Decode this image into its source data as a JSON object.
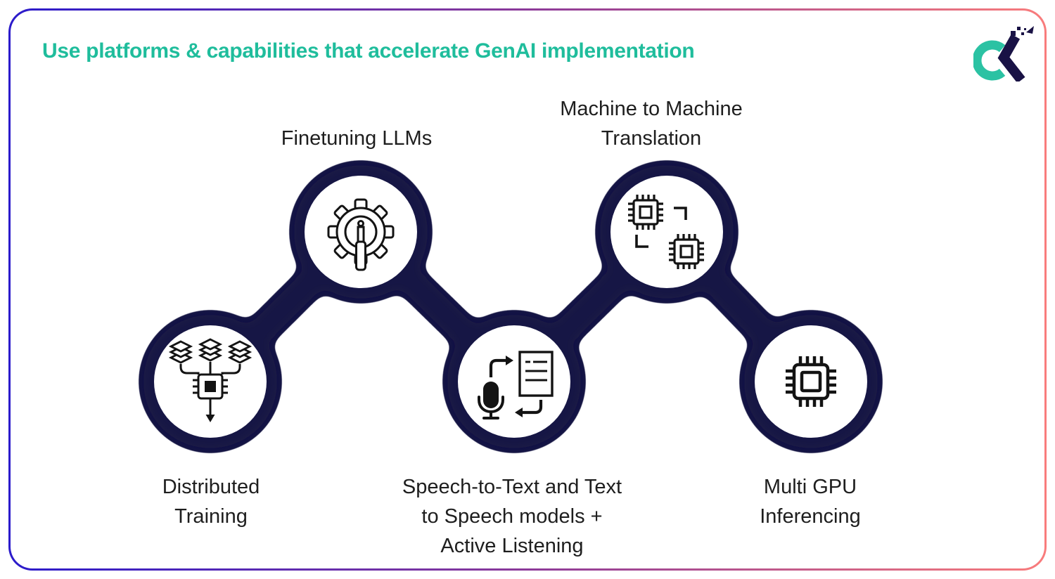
{
  "slide": {
    "title": "Use platforms & capabilities that accelerate GenAI implementation"
  },
  "logo": {
    "name": "ck-logo",
    "teal": "#2BC2A3",
    "navy": "#191245"
  },
  "colors": {
    "title_teal": "#1FBD9C",
    "chain_navy": "#191245",
    "icon_ink": "#131313",
    "label_ink": "#1e1e1e",
    "border_gradient": [
      "#2B1BCB",
      "#8C3A99",
      "#F97C7C"
    ],
    "background": "#ffffff"
  },
  "diagram": {
    "nodes": [
      {
        "id": "distributed-training",
        "label": "Distributed\nTraining",
        "icon": "distributed-training-icon",
        "row": "bottom"
      },
      {
        "id": "finetuning-llms",
        "label": "Finetuning LLMs",
        "icon": "gear-screwdriver-icon",
        "row": "top"
      },
      {
        "id": "speech-models",
        "label": "Speech-to-Text and Text\nto Speech models +\nActive Listening",
        "icon": "mic-document-sync-icon",
        "row": "bottom"
      },
      {
        "id": "machine-translation",
        "label": "Machine to Machine\nTranslation",
        "icon": "dual-chip-exchange-icon",
        "row": "top"
      },
      {
        "id": "multi-gpu-inferencing",
        "label": "Multi GPU\nInferencing",
        "icon": "gpu-chip-icon",
        "row": "bottom"
      }
    ]
  }
}
